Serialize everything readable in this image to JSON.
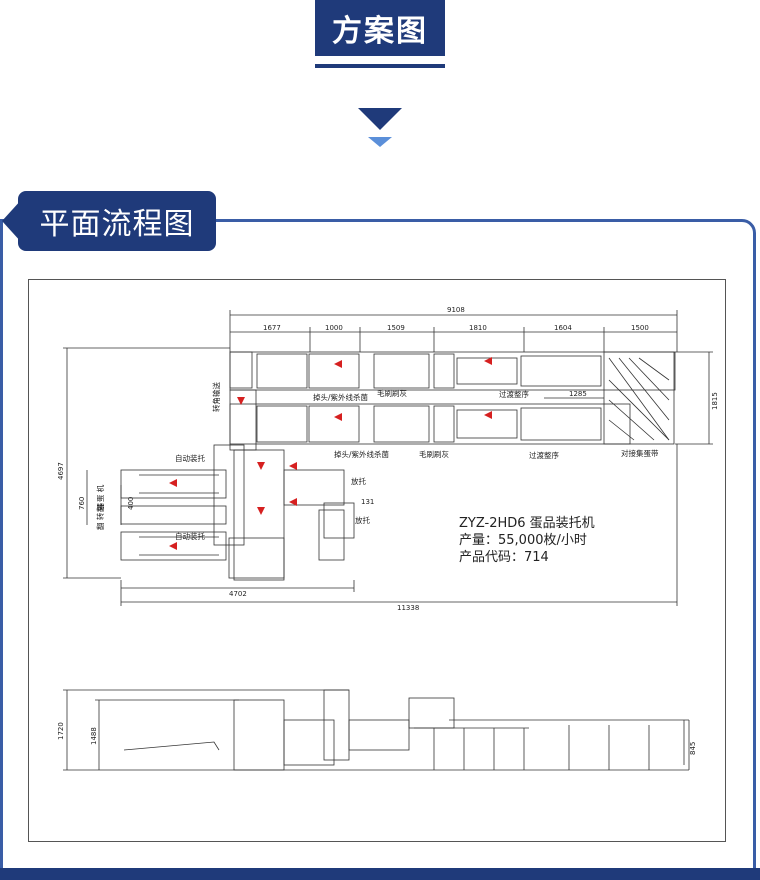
{
  "header": {
    "title": "方案图"
  },
  "section": {
    "title": "平面流程图"
  },
  "machine": {
    "model": "ZYZ-2HD6 蛋品装托机",
    "output": "产量：55,000枚/小时",
    "code": "产品代码：714"
  },
  "dimensions": {
    "total_top": "9108",
    "seg1": "1677",
    "seg2": "1000",
    "seg3": "1509",
    "seg4": "1810",
    "seg5": "1604",
    "seg6": "1500",
    "right_height": "1815",
    "sub_1285": "1285",
    "left_height": "4697",
    "left_760": "760",
    "left_400": "400",
    "dim_131": "131",
    "bottom_4702": "4702",
    "bottom_11338": "11338",
    "elev_1720": "1720",
    "elev_1488": "1488",
    "elev_845": "845"
  },
  "labels": {
    "turn_conveyor": "转角输送",
    "uv_top": "掉头/紫外线杀菌",
    "brush_top": "毛刷刷灰",
    "transition_top": "过渡整序",
    "uv_bottom": "掉头/紫外线杀菌",
    "brush_bottom": "毛刷刷灰",
    "transition_bottom": "过渡整序",
    "collect_belt": "对接集蛋带",
    "auto_tray_top": "自动装托",
    "auto_tray_bottom": "自动装托",
    "place_tray_top": "放托",
    "place_tray_bottom": "放托",
    "side_top": "翻 蛋 机",
    "side_bottom": "翻 转 器"
  },
  "colors": {
    "navy": "#1f3a7a",
    "light_blue": "#5b8fd9",
    "arrow_red": "#d62020",
    "line": "#333333"
  }
}
